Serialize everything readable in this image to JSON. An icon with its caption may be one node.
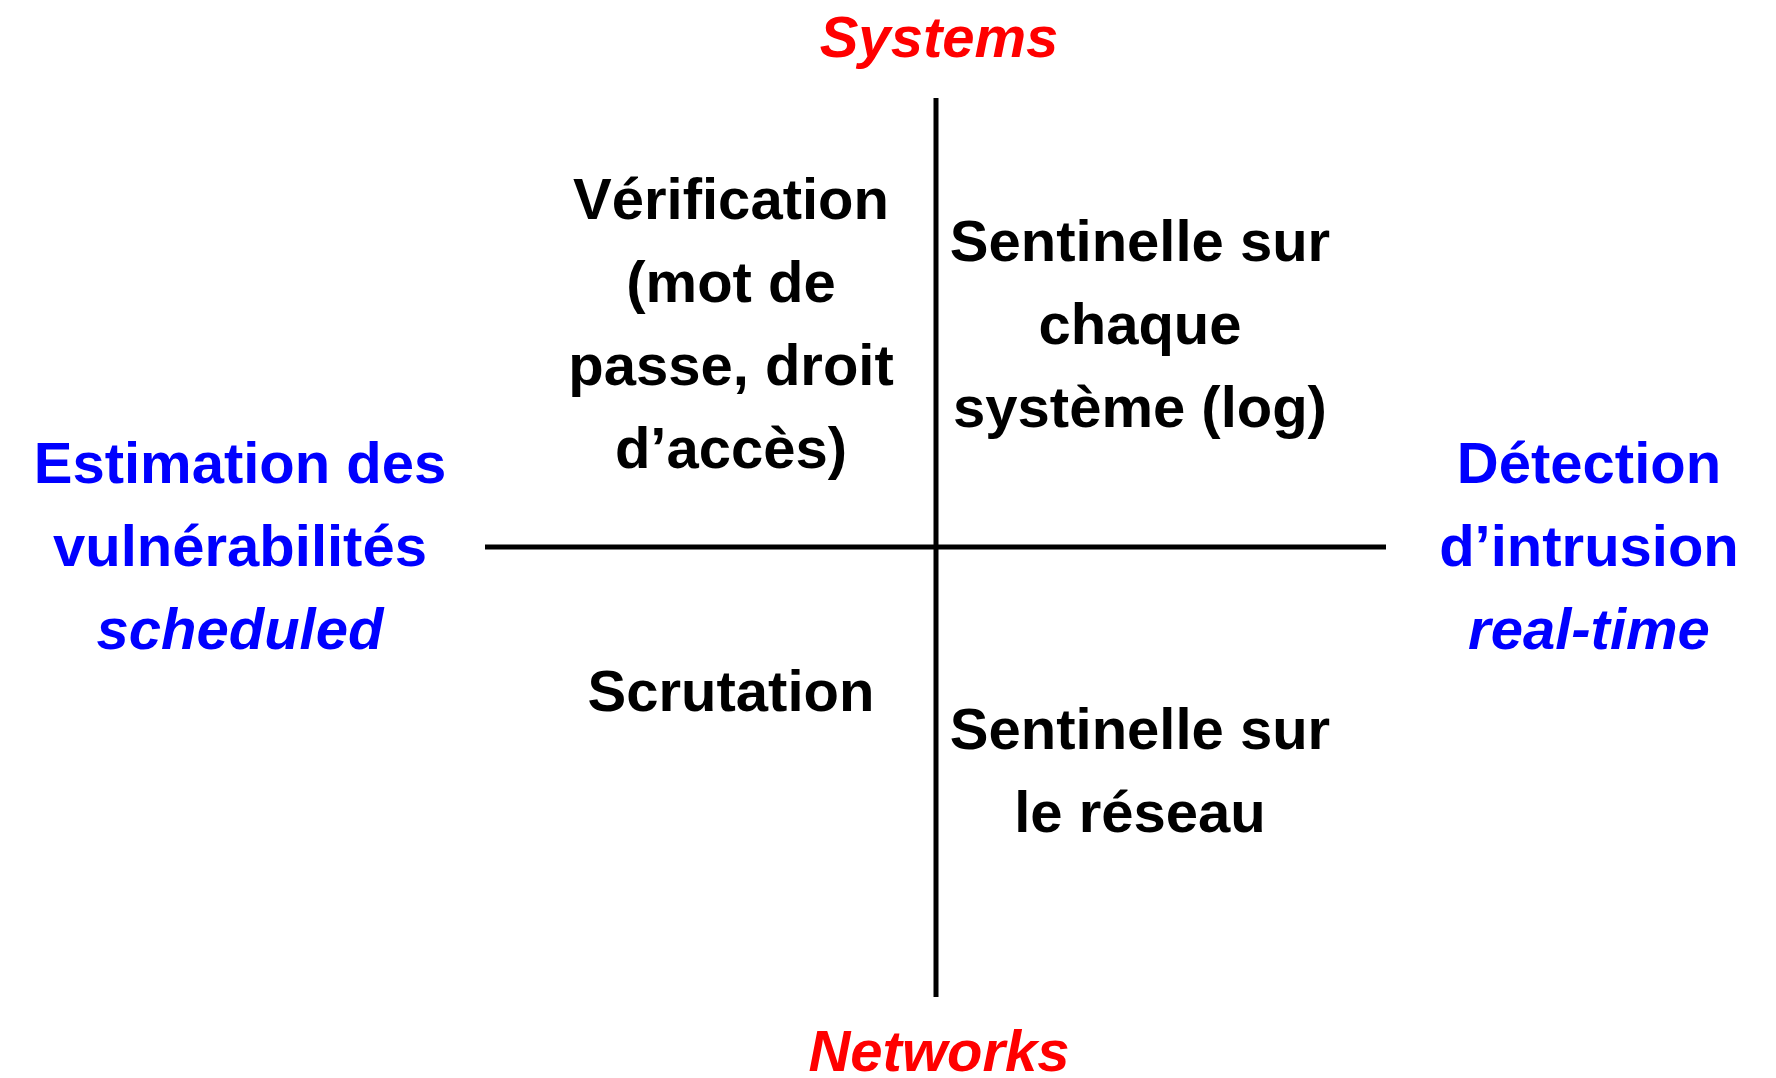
{
  "diagram": {
    "labels": [
      "Systems",
      "Vérification (mot de passe, droit d’accès)",
      "Sentinelle sur chaque système (log)",
      "Estimation des vulnérabilités *scheduled*",
      "Détection d’intrusion *real-time*",
      "Scrutation",
      "Sentinelle sur le réseau",
      "Networks"
    ]
  }
}
